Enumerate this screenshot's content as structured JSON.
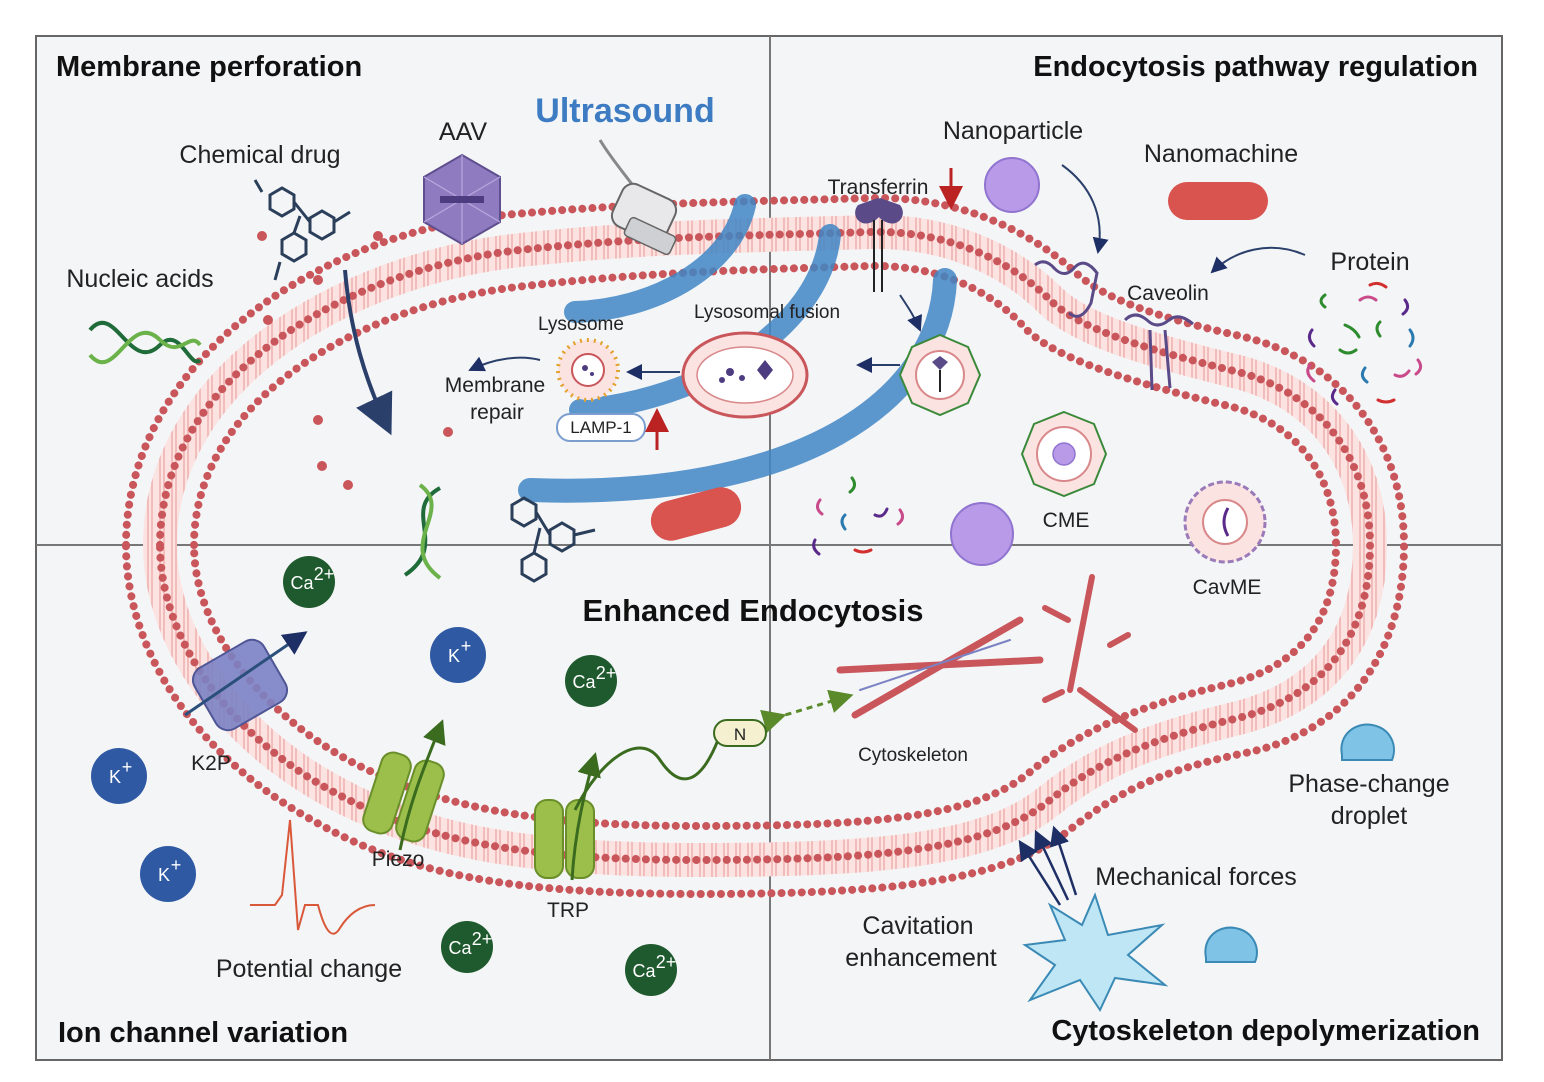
{
  "quadrants": {
    "top_left": "Membrane perforation",
    "top_right": "Endocytosis pathway regulation",
    "bottom_left": "Ion channel variation",
    "bottom_right": "Cytoskeleton depolymerization"
  },
  "center_title": "Enhanced Endocytosis",
  "ultrasound_label": "Ultrasound",
  "labels": {
    "chemical_drug": "Chemical drug",
    "aav": "AAV",
    "nucleic_acids": "Nucleic acids",
    "nanoparticle": "Nanoparticle",
    "nanomachine": "Nanomachine",
    "transferrin": "Transferrin",
    "protein": "Protein",
    "caveolin": "Caveolin",
    "lysosome": "Lysosome",
    "lysosomal_fusion": "Lysosomal fusion",
    "membrane_repair_1": "Membrane",
    "membrane_repair_2": "repair",
    "lamp1": "LAMP-1",
    "cme": "CME",
    "cavme": "CavME",
    "cytoskeleton": "Cytoskeleton",
    "phase_change_1": "Phase-change",
    "phase_change_2": "droplet",
    "mechanical_forces": "Mechanical forces",
    "cavitation_1": "Cavitation",
    "cavitation_2": "enhancement",
    "k2p": "K2P",
    "piezo": "Piezo",
    "trp": "TRP",
    "potential_change": "Potential change",
    "n_domain": "N"
  },
  "ions": {
    "ca": "Ca",
    "ca_charge": "2+",
    "k": "K",
    "k_charge": "+"
  },
  "colors": {
    "membrane_head": "#c9565a",
    "membrane_tail": "#f1b4b2",
    "ultrasound_beam": "#3f86c6",
    "ultrasound_text": "#3d7cc2",
    "ca_ion": "#1f5a2e",
    "k_ion": "#2f5aa3",
    "channel_green": "#9bbf4a",
    "k2p_purple": "#7b82c4",
    "nanoparticle": "#b89ae8",
    "nanomachine": "#d9534f",
    "droplet": "#7fc4e6"
  }
}
